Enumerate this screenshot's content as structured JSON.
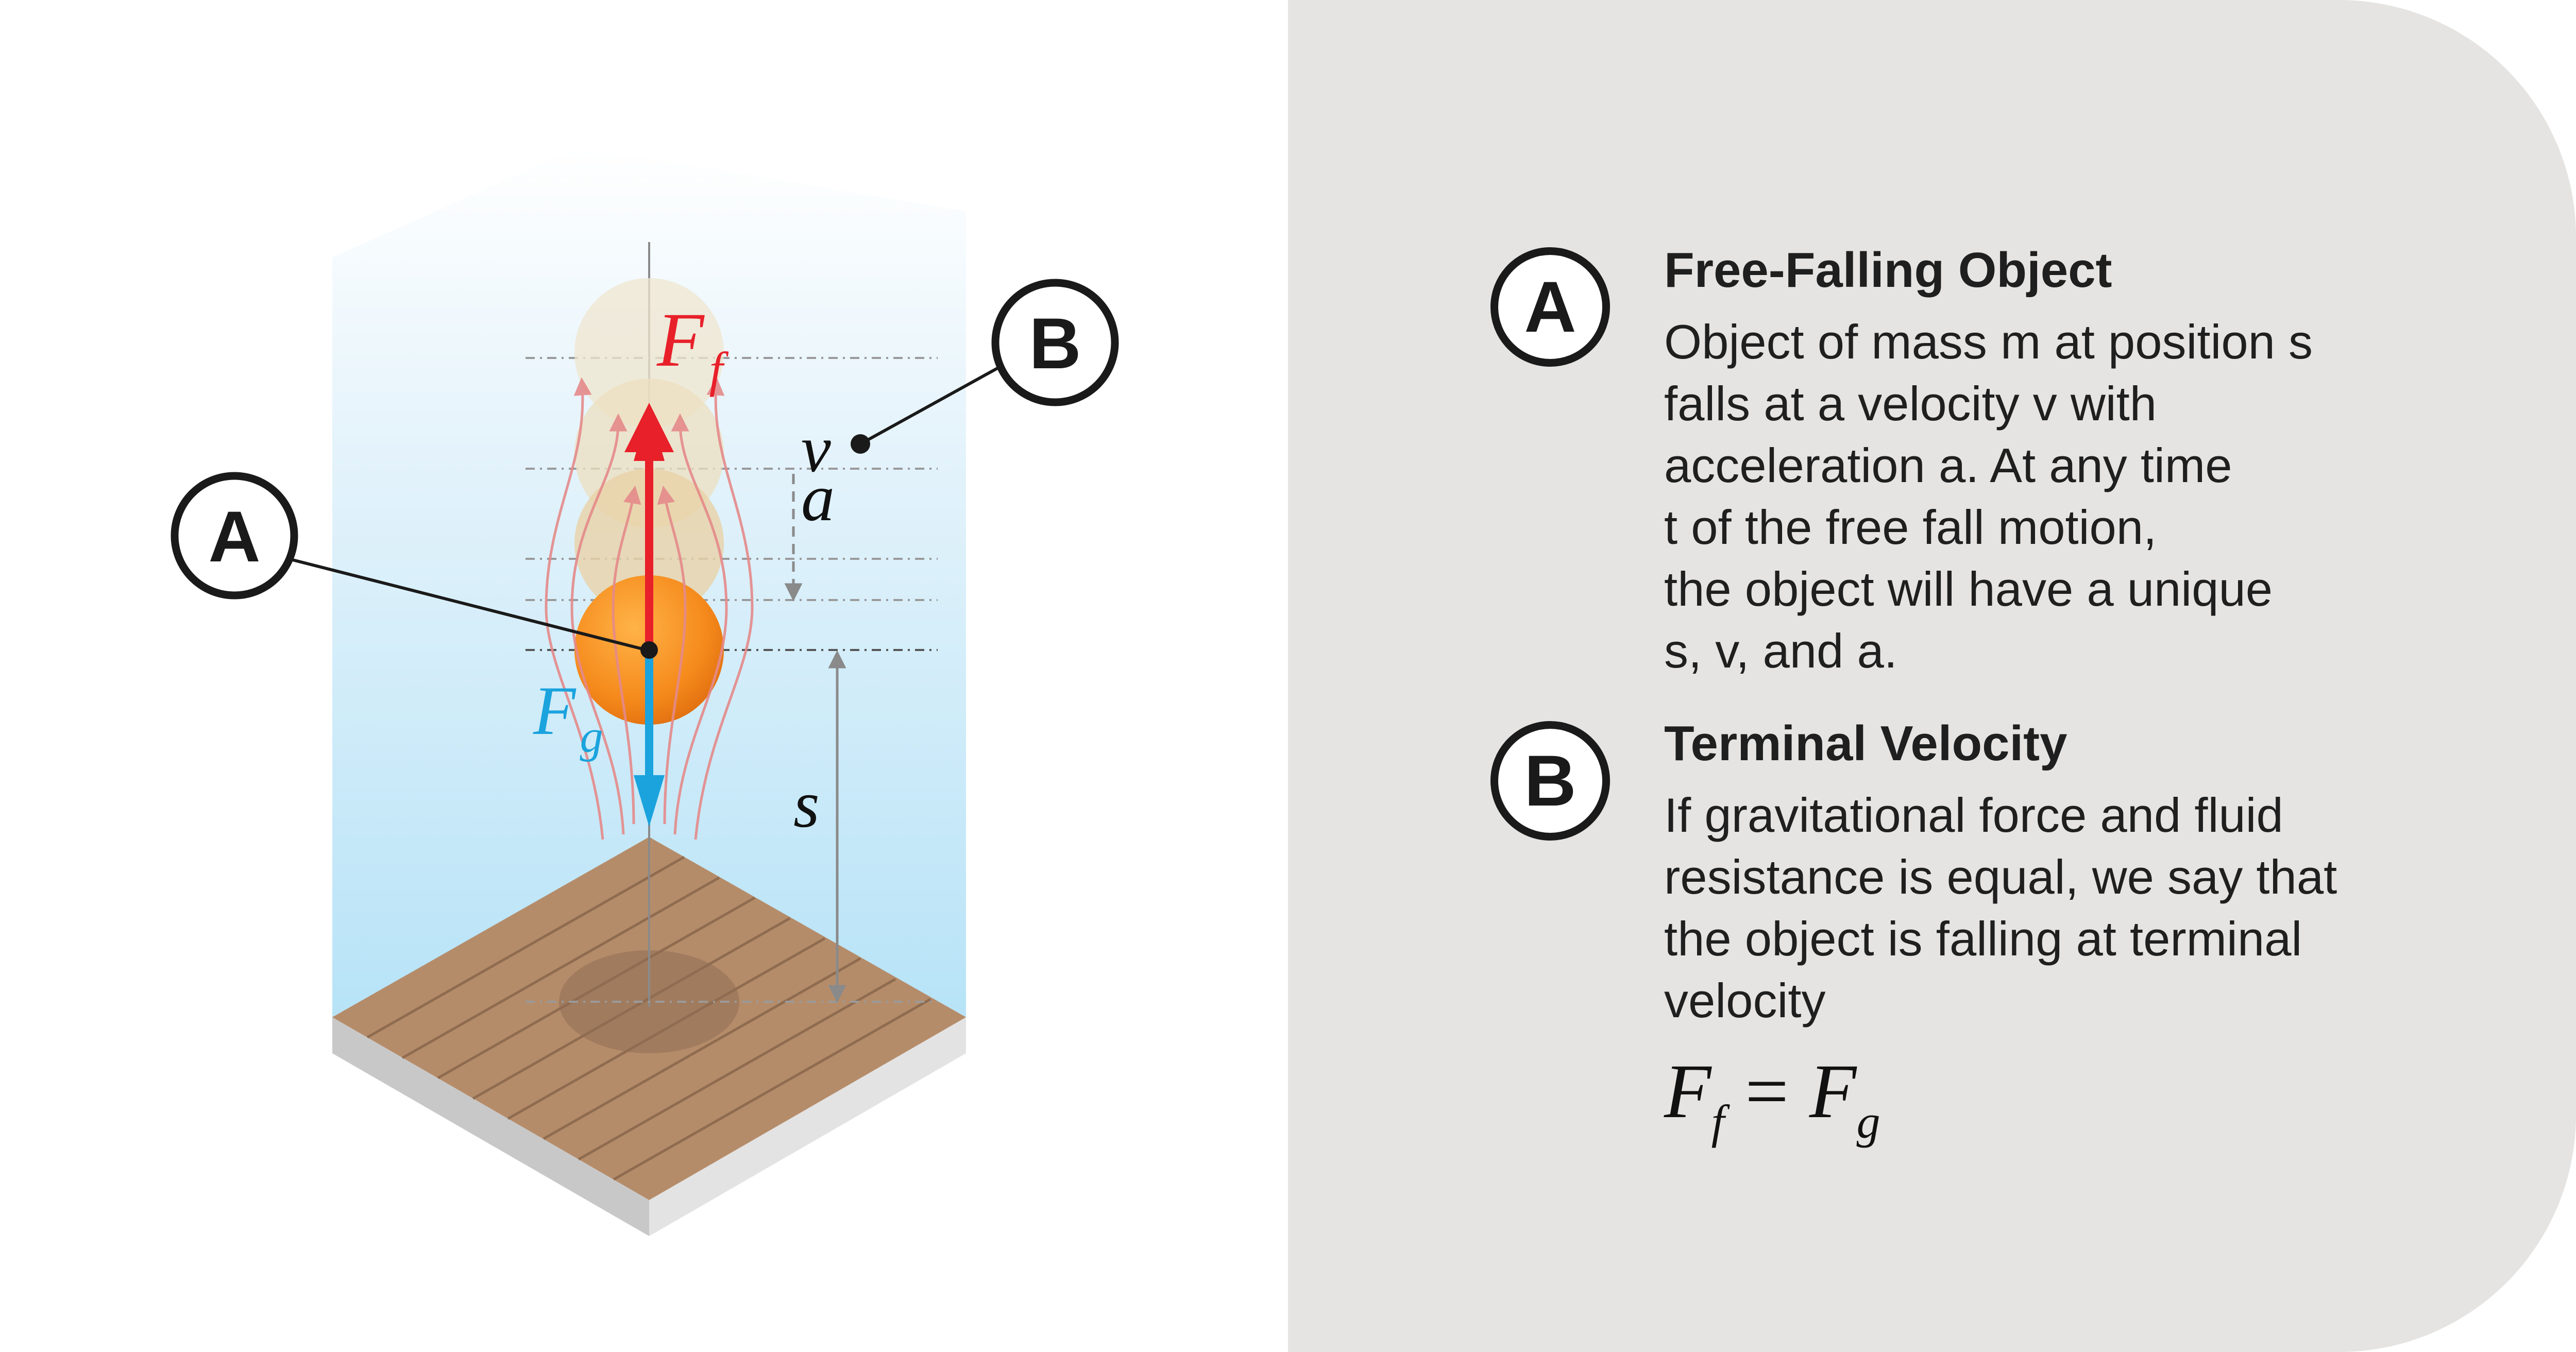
{
  "diagram": {
    "force_friction": {
      "symbol": "F",
      "subscript": "f",
      "color": "#e8202a"
    },
    "force_gravity": {
      "symbol": "F",
      "subscript": "g",
      "color": "#1aa3dd"
    },
    "velocity_label": "v",
    "acceleration_label": "a",
    "position_label": "s",
    "callout_a": "A",
    "callout_b": "B"
  },
  "legend": {
    "items": [
      {
        "badge": "A",
        "title": "Free-Falling Object",
        "body": "Object of mass m at position s\nfalls at a velocity v with\nacceleration a. At any time\nt of the free fall motion,\nthe object will have a unique\ns, v, and a."
      },
      {
        "badge": "B",
        "title": "Terminal Velocity",
        "body": "If gravitational force and fluid\nresistance is equal, we say that\nthe object is falling at terminal\nvelocity"
      }
    ],
    "equation": {
      "left": "F",
      "left_sub": "f",
      "sign": "=",
      "right": "F",
      "right_sub": "g"
    }
  }
}
